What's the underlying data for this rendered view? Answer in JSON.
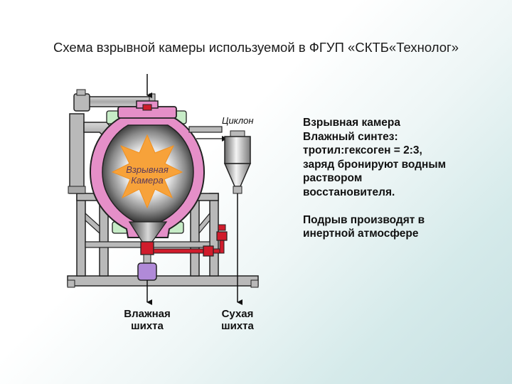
{
  "title": "Схема взрывной камеры используемой в ФГУП «СКТБ«Технолог»",
  "labels": {
    "cyclone": "Циклон",
    "chamber_line1": "Взрывная",
    "chamber_line2": "Камера",
    "wet_line1": "Влажная",
    "wet_line2": "шихта",
    "dry_line1": "Сухая",
    "dry_line2": "шихта"
  },
  "description": {
    "lines1": [
      "Взрывная камера",
      "Влажный синтез:",
      "тротил:гексоген = 2:3,",
      "заряд бронируют водным",
      "раствором",
      "восстановителя."
    ],
    "lines2": [
      "Подрыв производят в",
      "инертной атмосфере"
    ]
  },
  "colors": {
    "chamber_lining": "#e58fc8",
    "frame": "#b9b9b9",
    "pipe_red": "#d01c2c",
    "clamp_green": "#c7ecc7",
    "collector_purple": "#b08ad8",
    "flash_orange": "#f7a23a"
  }
}
